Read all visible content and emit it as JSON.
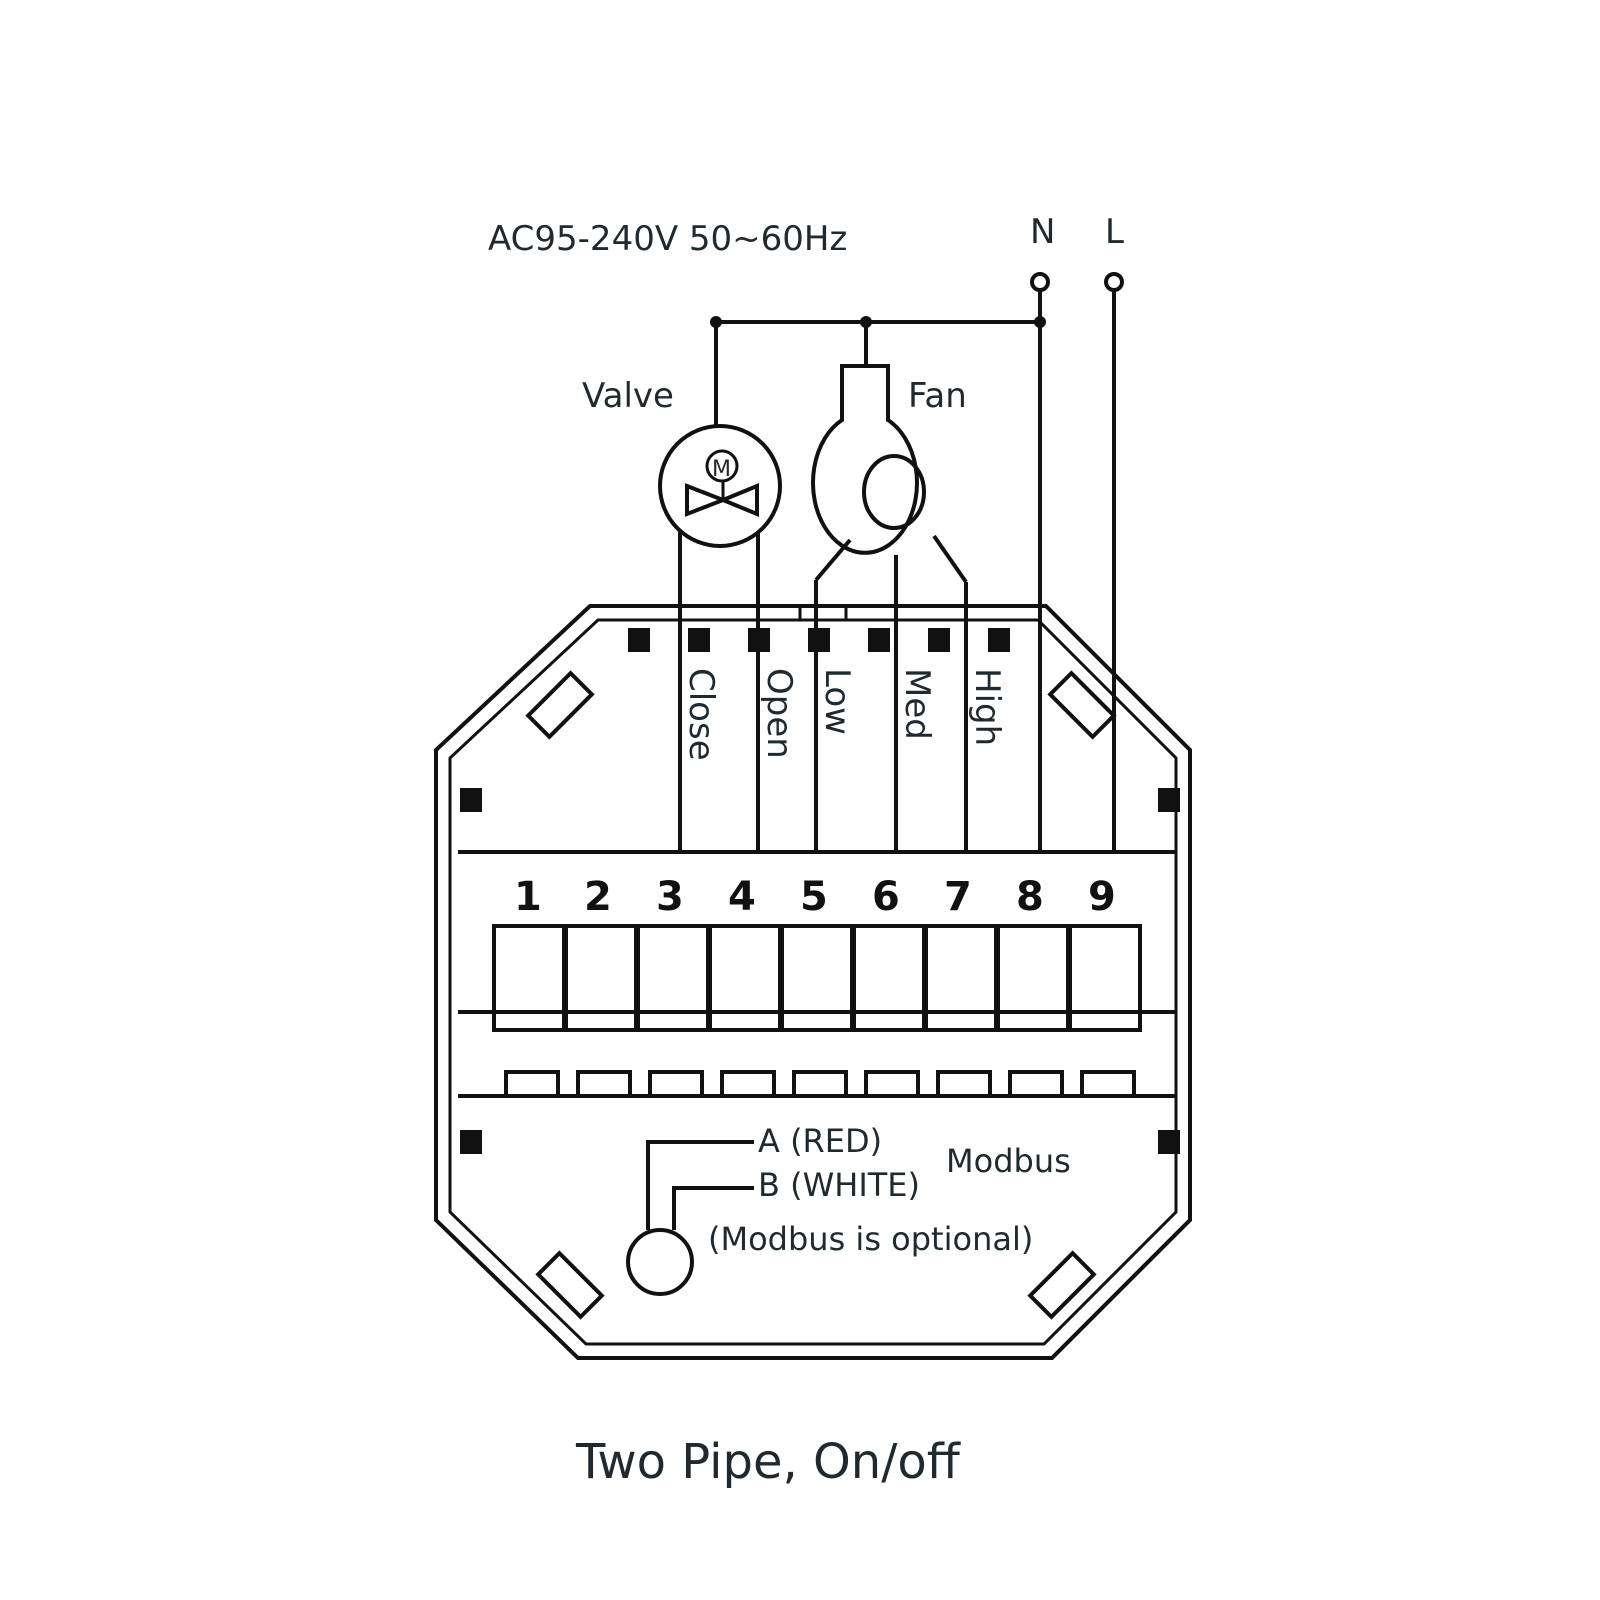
{
  "supply": {
    "label": "AC95-240V  50~60Hz"
  },
  "mains": {
    "n": "N",
    "l": "L"
  },
  "loads": {
    "valve": "Valve",
    "fan": "Fan",
    "motor_letter": "M"
  },
  "outputs": [
    "Close",
    "Open",
    "Low",
    "Med",
    "High"
  ],
  "terminals": [
    "1",
    "2",
    "3",
    "4",
    "5",
    "6",
    "7",
    "8",
    "9"
  ],
  "modbus": {
    "a": "A (RED)",
    "b": "B (WHITE)",
    "label": "Modbus",
    "note": "(Modbus is optional)"
  },
  "caption": "Two Pipe, On/off"
}
